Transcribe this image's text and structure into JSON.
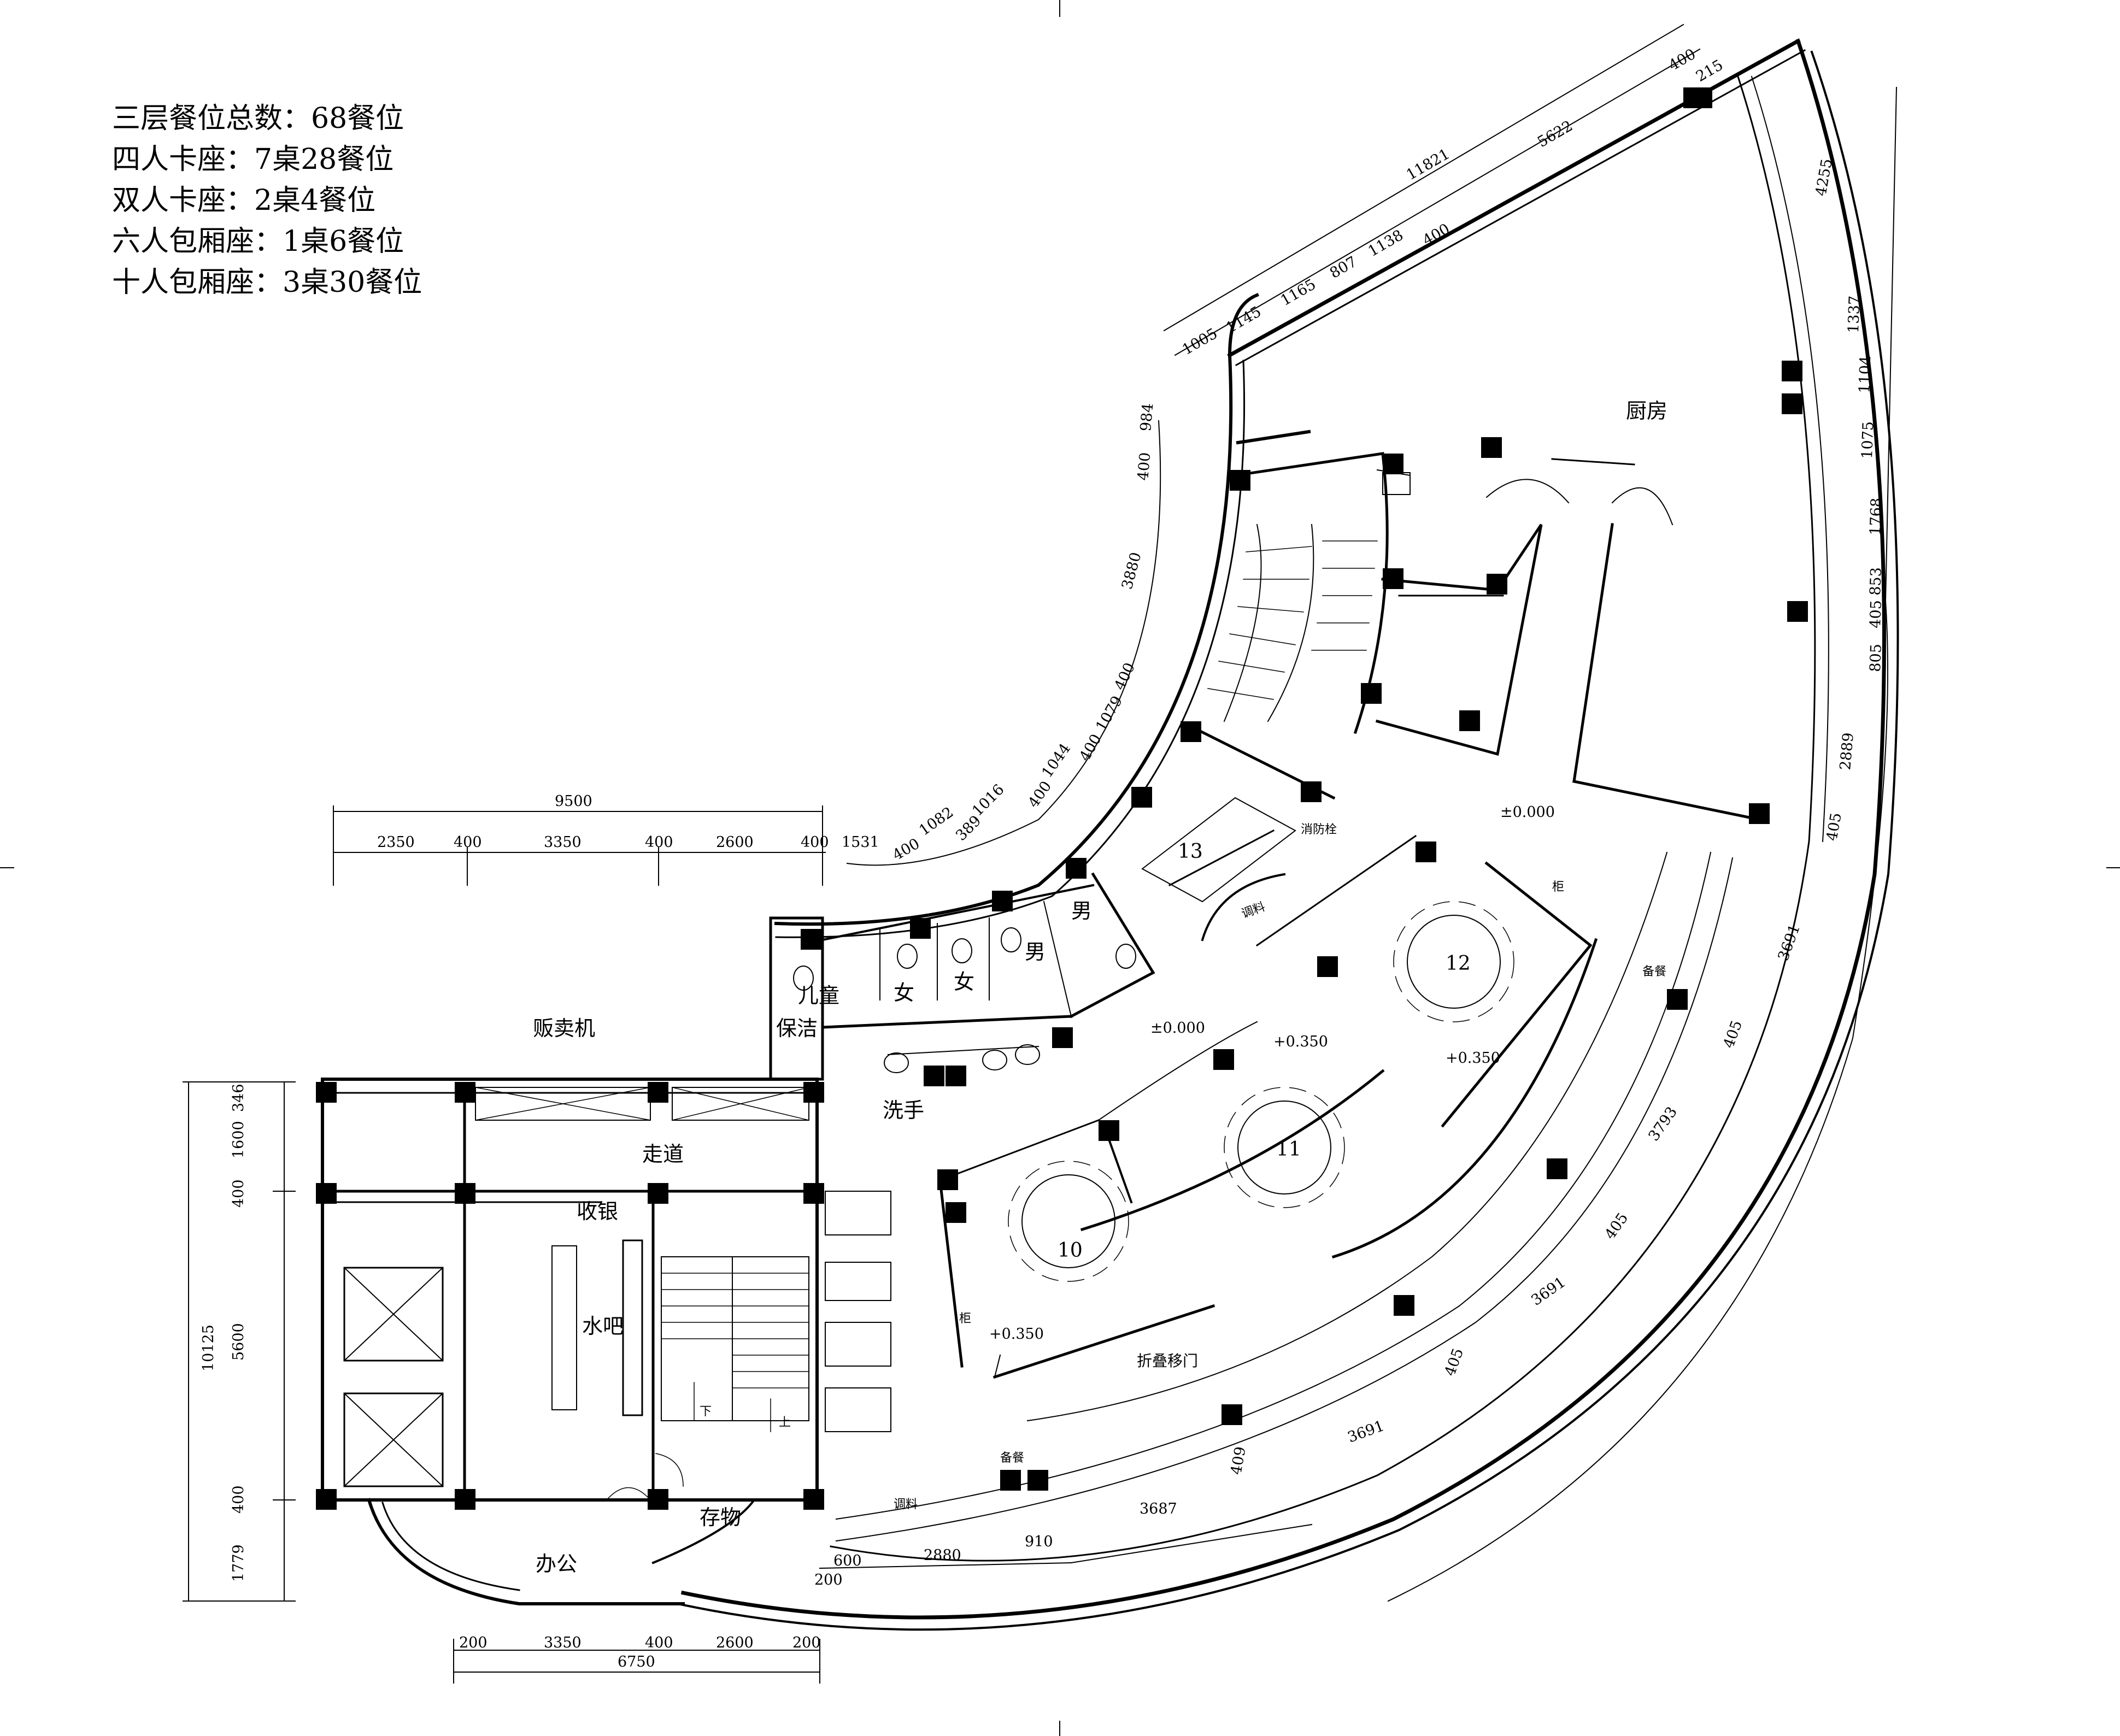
{
  "summary": {
    "total": "三层餐位总数：68餐位",
    "four_booth": "四人卡座：7桌28餐位",
    "two_booth": "双人卡座：2桌4餐位",
    "six_room": "六人包厢座：1桌6餐位",
    "ten_room": "十人包厢座：3桌30餐位"
  },
  "rooms": {
    "kitchen": "厨房",
    "corridor": "走道",
    "vending": "贩卖机",
    "cashier": "收银",
    "water_bar": "水吧",
    "office": "办公",
    "storage": "存物",
    "child": "儿童",
    "cleaning": "保洁",
    "wash": "洗手",
    "female1": "女",
    "female2": "女",
    "male1": "男",
    "male2": "男",
    "folding_door": "折叠移门",
    "seasoning_1": "调料",
    "seasoning_2": "调料",
    "prep_1": "备餐",
    "prep_2": "备餐",
    "hydrant": "消防栓",
    "cabinet_1": "柜",
    "cabinet_2": "柜",
    "down": "下",
    "up": "上"
  },
  "tables": {
    "t10": "10",
    "t11": "11",
    "t12": "12",
    "t13": "13"
  },
  "levels": {
    "l1": "±0.000",
    "l2": "±0.000",
    "l3": "+0.350",
    "l4": "+0.350",
    "l5": "+0.350"
  },
  "dims": {
    "top_9500": "9500",
    "top_2350": "2350",
    "top_400a": "400",
    "top_3350": "3350",
    "top_400b": "400",
    "top_2600": "2600",
    "top_400c": "400",
    "top_1531": "1531",
    "left_10125": "10125",
    "left_346": "346",
    "left_1600": "1600",
    "left_400a": "400",
    "left_5600": "5600",
    "left_400b": "400",
    "left_1779": "1779",
    "bot_6750": "6750",
    "bot_200a": "200",
    "bot_3350": "3350",
    "bot_400": "400",
    "bot_2600": "2600",
    "bot_200b": "200",
    "b_200": "200",
    "b_600": "600",
    "b_2880": "2880",
    "b_910": "910",
    "b_3687": "3687",
    "b_409": "409",
    "r_3691a": "3691",
    "r_405a": "405",
    "r_3691b": "3691",
    "r_405b": "405",
    "r_3793": "3793",
    "r_405c": "405",
    "r_3691c": "3691",
    "r_405d": "405",
    "r_2889": "2889",
    "r_805": "805",
    "r_405e": "405",
    "r_853": "853",
    "r_1768": "1768",
    "r_1075": "1075",
    "r_1104": "1104",
    "r_1337": "1337",
    "r_4255": "4255",
    "t_215": "215",
    "t_400a": "400",
    "t_11821": "11821",
    "t_5622": "5622",
    "t_400b": "400",
    "t_1138": "1138",
    "t_807": "807",
    "t_1165": "1165",
    "t_1145": "1145",
    "t_1005": "1005",
    "i_984": "984",
    "i_400a": "400",
    "i_3880": "3880",
    "i_400b": "400",
    "i_1079": "1079",
    "i_400c": "400",
    "i_1044": "1044",
    "i_400d": "400",
    "i_1016": "1016",
    "i_389": "389",
    "i_1082": "1082",
    "i_400e": "400"
  }
}
